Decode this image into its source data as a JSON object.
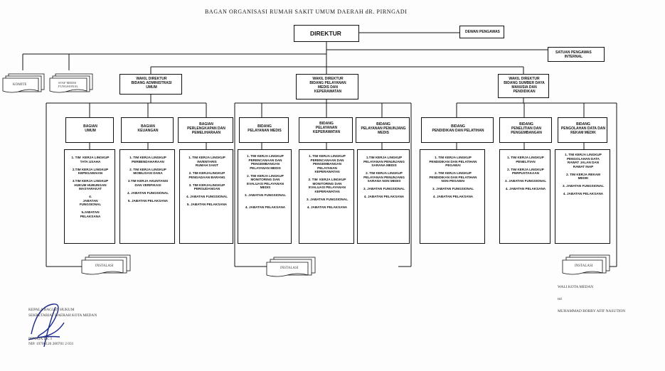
{
  "title": "BAGAN ORGANISASI RUMAH SAKIT UMUM DAERAH dR. PIRNGADI",
  "top": {
    "direktur": "DIREKTUR",
    "dewan": "DEWAN PENGAWAS",
    "spi": "SATUAN PENGAWAS\nINTERNAL"
  },
  "side_docs": {
    "komite": "KOMITE",
    "staf": "STAF MEDIS\nFUNGSIONAL"
  },
  "wakil": [
    "WAKIL DIREKTUR\nBIDANG ADMINISTRASI\nUMUM",
    "WAKIL DIREKTUR\nBIDANG PELAYANAN\nMEDIS DAN\nKEPERAWATAN",
    "WAKIL DIREKTUR\nBIDANG SUMBER DAYA\nMANUSIA DAN\nPENDIDIKAN"
  ],
  "units": [
    {
      "head": "BAGIAN\nUMUM",
      "items": "1. TIM  KERJA LINGKUP\nTATA USAHA\n\n2.TIM KERJA LINGKUP\nKEPEGAWAIAN\n\n3.TIM KERJA LINGKUP\nHUKUM HUBUNGAN\nMASYARAKAT\n\n4.\nJABATAN\nFUNGSIONAL\n\n5.JABATAN\nPELAKSANA"
    },
    {
      "head": "BAGIAN\nKEUANGAN",
      "items": "1. TIM KERJA LINGKUP\nPERBENDAHARAAN\n\n2. TIM KERJA LINGKUP\nMOBILISASI DANA\n\n3.TIM KERJA AKUNTANSI\nDAN VERIFIKASI\n\n4. JABATAN FUNGSIONAL\n\n5. JABATAN PELAKSANA"
    },
    {
      "head": "BAGIAN\nPERLENGKAPAN DAN\nPEMELIHARAAN",
      "items": "1. TIM KERJA LINGKUP\nINVENTARIS\nRUMAH SAKIT\n\n2. TIM KERJALINGKUP\nPENGADAAN BARANG\n\n3. TIM KERJALINGKUP\nPERGUDANGAN\n\n4. JABATAN FUNGSIONAL\n\n5. JABATAN PELAKSANA"
    },
    {
      "head": "BIDANG\nPELAYANAN MEDIS",
      "items": "1. TIM KERJA LINGKUP\nPERENCANAAN DAN\nPENGEMBANGAN\nPELAYANAN MEDIS\n\n2. TIM KERJA LINGKUP\nMONITORING DAN\nEVALUASI PELAYANAN\nMEDIS\n\n3. JABATAN FUNGSIONAL\n\n\n4. JABATAN PELAKSANA"
    },
    {
      "head": "BIDANG\nPELAYANAN\nKEPERAWATAN",
      "items": "1. TIM KERJA LINGKUP\nPERENCANAAN DAN\nPENGEMBANGAN\nPELAYANAN\nKEPERAWATAN\n\n2. TIM  KERJA LINGKUP\nMONITORING DAN\nEVALUASI PELAYANAN\nKEPERAWATAN\n\n3. JABATAN FUNGSIONAL\n\n4. JABATAN PELAKSANA"
    },
    {
      "head": "BIDANG\nPELAYANAN PENUNJANG\nMEDIS",
      "items": "1.TIM KERJA LINGKUP\nPELAYANAN PENUNJANG\nSARANA MEDIS\n\n2. TIM KERJA LINGKUP\nPELAYANAN PENUNJANG\nSARANA NON MEDIS\n\n3. JABATAN FUNGSIONAL\n\n4. JABATAN PELAKSANA"
    },
    {
      "head": "BIDANG\nPENDIDIKAN DAN PELATIHAN",
      "items": "1. TIM KERJA LINGKUP\nPENDIDIKAN DAN PELATIHAN\nPEGAWAI\n\n2. TIM KERJA LINGKUP\nPENDIDIKAN DAN PELATIHAN\nNON PEGAWAI\n\n3. JABATAN FUNGSIONAL\n\n4. JABATAN PELAKSANA"
    },
    {
      "head": "BIDANG\nPENELITIAN DAN\nPENGEMBANGAN",
      "items": "1. TIM KERJA LINGKUP\nPENELITIAN\n\n2. TIM KERJA LINGKUP\nPERPUSTAKAAN\n\n3. JABATAN FUNGSIONAL\n\n4. JABATAN PELAKSANA"
    },
    {
      "head": "BIDANG\nPENGOLAHAN DATA DAN\nREKAM MEDIK",
      "items": "1. TIM KERJA LINGKUP\nPENGOLAHAN DATA\nRAWAT JALAN DAN\nRAWAT INAP\n\n2. TIM KERJA REKAM\nMEDIK\n\n3. JABATAN FUNGSIONAL\n\n4. JABATAN PELAKSANA"
    }
  ],
  "instalasi": [
    "INSTALASI",
    "INSTALASI",
    "INSTALASI"
  ],
  "footer_left": {
    "line1": "KEPALA BAGIAN HUKUM",
    "line2": "SEKRETARIAT DAERAH KOTA MEDAN",
    "line3": "PENATA TK. I",
    "line4": "NIP. 19700126 200701 2 031"
  },
  "footer_right": {
    "line1": "WALI KOTA MEDAN",
    "line2": "ttd",
    "line3": "MUHAMMAD BOBBY AFIF NASUTION"
  }
}
